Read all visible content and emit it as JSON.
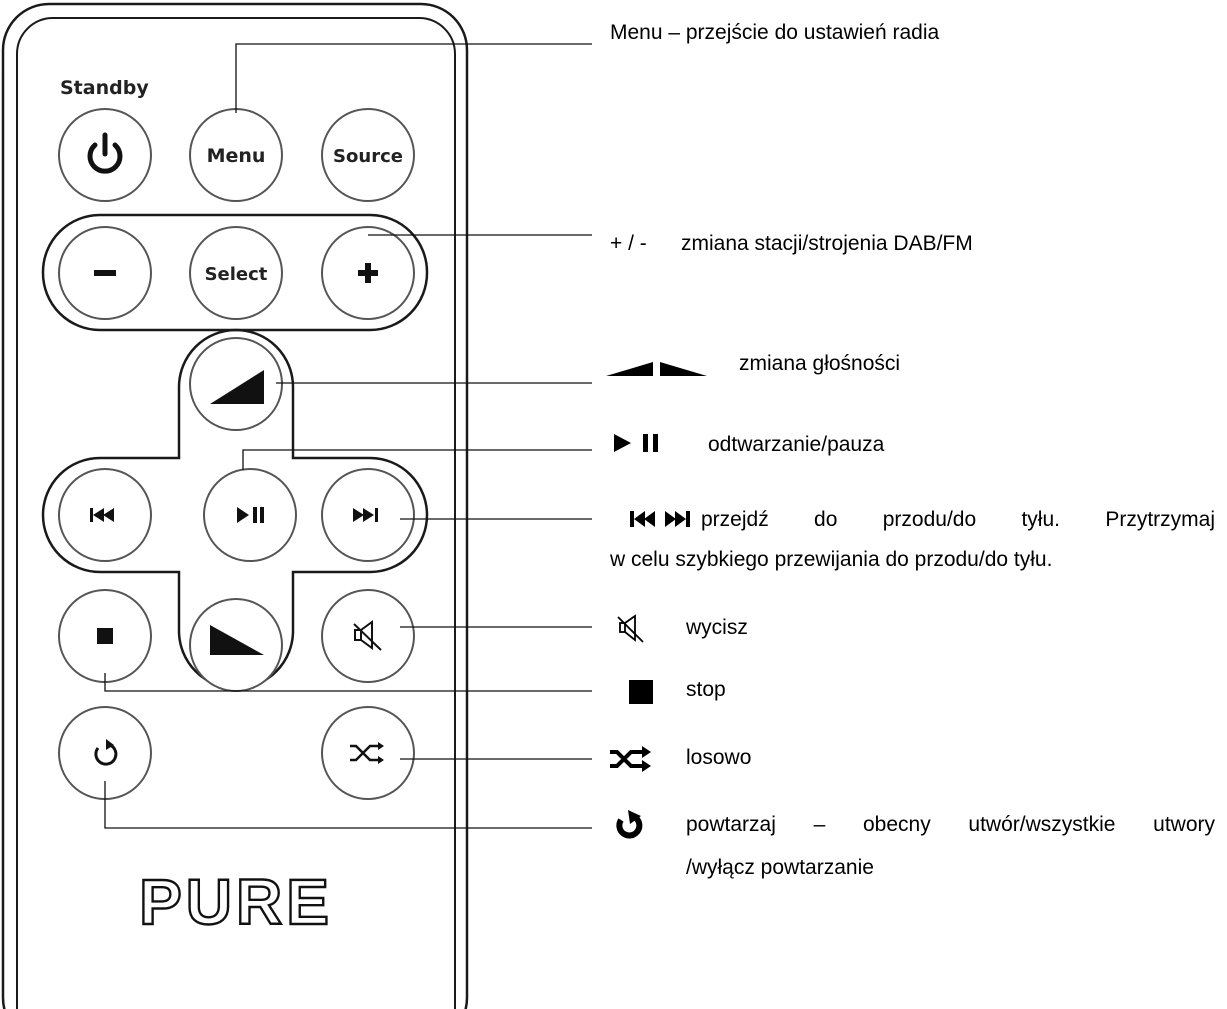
{
  "remote": {
    "brand": "PURE",
    "standby_label": "Standby",
    "buttons": {
      "menu": "Menu",
      "source": "Source",
      "select": "Select",
      "minus": "–",
      "plus": "+"
    }
  },
  "annotations": {
    "menu": "Menu – przejście do ustawień radia",
    "plus_minus_symbol": "+ / -",
    "plus_minus": "zmiana stacji/strojenia DAB/FM",
    "volume": "zmiana głośności",
    "play_pause": "odtwarzanie/pauza",
    "skip_line1": "przejdź do przodu/do tyłu. Przytrzymaj",
    "skip_line2": "w celu szybkiego przewijania do przodu/do tyłu.",
    "mute": "wycisz",
    "stop": "stop",
    "shuffle": "losowo",
    "repeat_line1": "powtarzaj – obecny utwór/wszystkie utwory",
    "repeat_line2": "/wyłącz powtarzanie"
  },
  "icons": {
    "standby": "power-icon",
    "volume_up": "volume-up-icon",
    "volume_down": "volume-down-icon",
    "play_pause": "play-pause-icon",
    "previous": "skip-previous-icon",
    "next": "skip-next-icon",
    "stop": "stop-icon",
    "mute": "mute-icon",
    "repeat": "repeat-icon",
    "shuffle": "shuffle-icon"
  },
  "colors": {
    "outline": "#1a1a1a",
    "button_border": "#555555",
    "text": "#000000"
  }
}
